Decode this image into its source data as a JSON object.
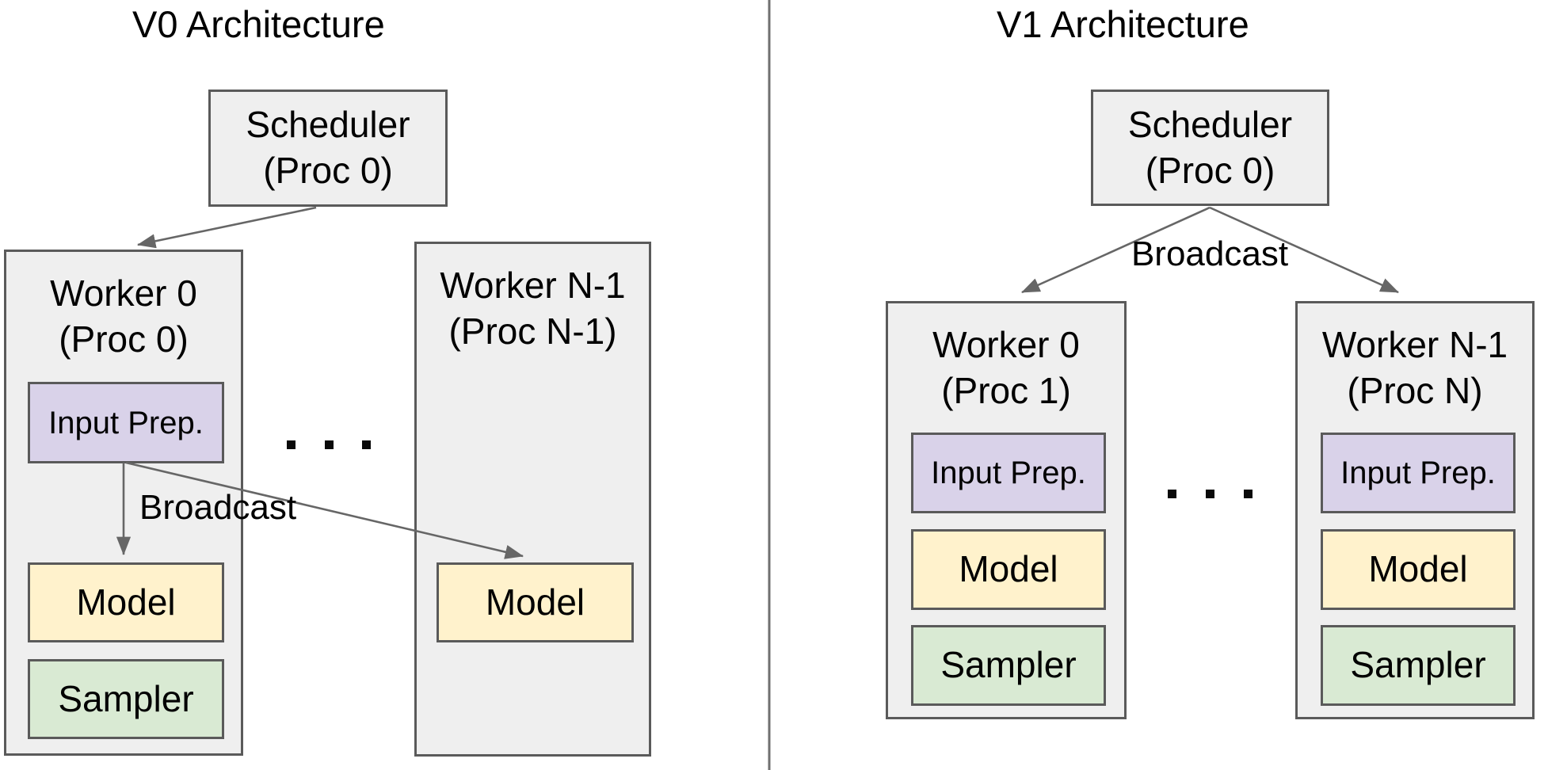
{
  "v0": {
    "title": "V0 Architecture",
    "scheduler": {
      "line1": "Scheduler",
      "line2": "(Proc 0)"
    },
    "broadcast_label": "Broadcast",
    "dots": ". . .",
    "worker0": {
      "title1": "Worker 0",
      "title2": "(Proc 0)",
      "input_prep": "Input Prep.",
      "model": "Model",
      "sampler": "Sampler"
    },
    "workerN": {
      "title1": "Worker N-1",
      "title2": "(Proc N-1)",
      "model": "Model"
    }
  },
  "v1": {
    "title": "V1 Architecture",
    "scheduler": {
      "line1": "Scheduler",
      "line2": "(Proc 0)"
    },
    "broadcast_label": "Broadcast",
    "dots": ". . .",
    "worker0": {
      "title1": "Worker 0",
      "title2": "(Proc 1)",
      "input_prep": "Input Prep.",
      "model": "Model",
      "sampler": "Sampler"
    },
    "workerN": {
      "title1": "Worker N-1",
      "title2": "(Proc N)",
      "input_prep": "Input Prep.",
      "model": "Model",
      "sampler": "Sampler"
    }
  },
  "colors": {
    "box_fill_gray": "#efefef",
    "box_border": "#5a5a5a",
    "input_prep_fill": "#d9d2e9",
    "model_fill": "#fff2cc",
    "sampler_fill": "#d9ead3",
    "connector": "#666666",
    "divider": "#707070",
    "text": "#000000",
    "background": "#ffffff"
  }
}
